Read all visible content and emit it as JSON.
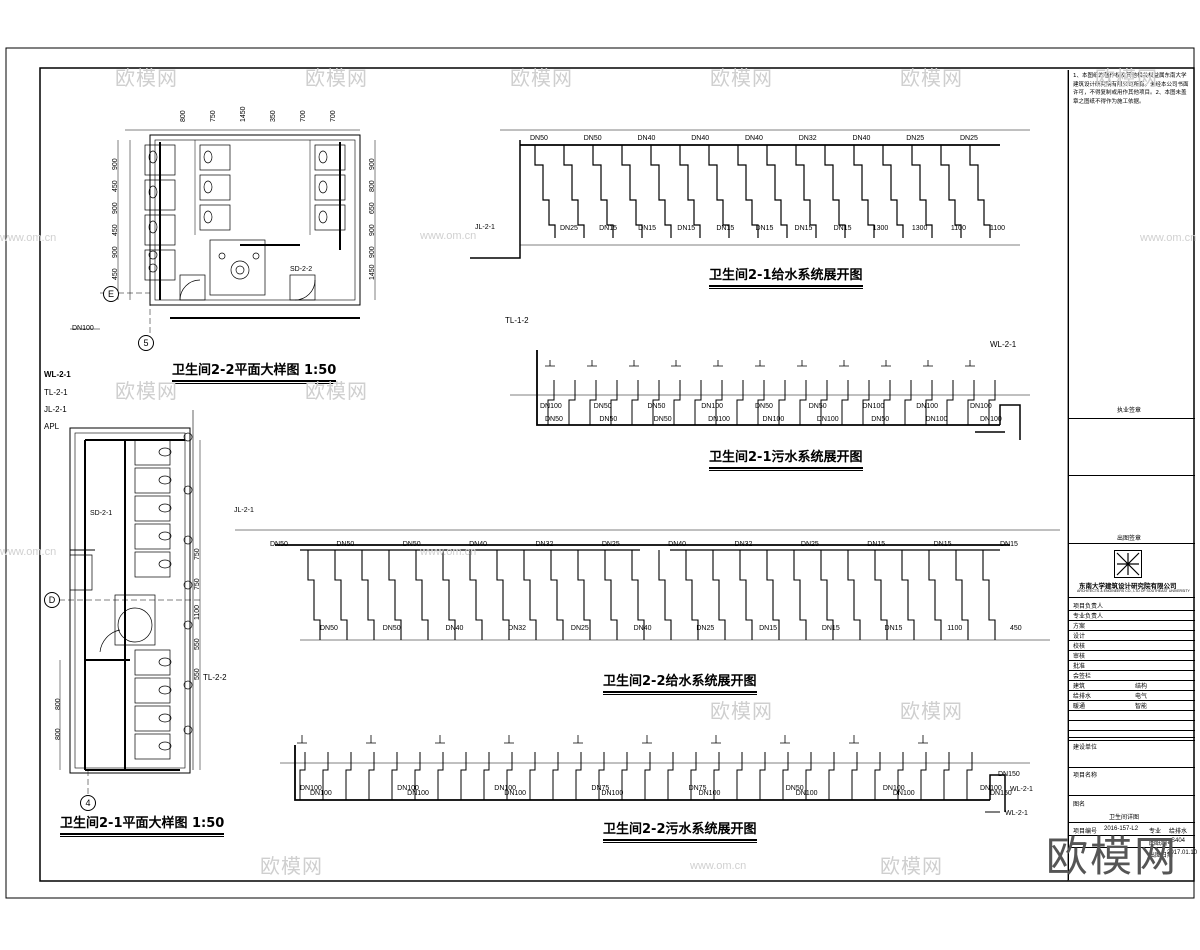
{
  "titles": {
    "plan_22": "卫生间2-2平面大样图 1:50",
    "plan_21": "卫生间2-1平面大样图 1:50",
    "supply_21": "卫生间2-1给水系统展开图",
    "drain_21": "卫生间2-1污水系统展开图",
    "supply_22": "卫生间2-2给水系统展开图",
    "drain_22": "卫生间2-2污水系统展开图"
  },
  "grid": {
    "E": "E",
    "five": "5",
    "D": "D",
    "four": "4"
  },
  "pipe_labels": {
    "wl21_top": "WL-2-1",
    "tl21": "TL-2-1",
    "jl21": "JL-2-1",
    "apl": "APL",
    "tl22": "TL-2-2",
    "tl12": "TL-1-2",
    "wl21_right": "WL-2-1",
    "jl21_a": "JL-2-1",
    "jl21_b": "JL-2-1",
    "wl21_b": "WL-2-1",
    "wl21_c": "WL-2-1",
    "sd22": "SD-2-2",
    "sd21": "SD-2-1",
    "dn100": "DN100",
    "dn150": "DN150"
  },
  "dims_plan22": [
    "900",
    "450",
    "900",
    "450",
    "900",
    "450",
    "900",
    "800",
    "650",
    "900",
    "900",
    "1450",
    "800",
    "750",
    "1450",
    "350",
    "700",
    "700"
  ],
  "dims_plan21": [
    "750",
    "750",
    "1100",
    "550",
    "550",
    "800",
    "800"
  ],
  "supply21_labels": [
    "DN50",
    "DN50",
    "DN40",
    "DN40",
    "DN40",
    "DN32",
    "DN40",
    "DN25",
    "DN25",
    "DN25",
    "DN15",
    "DN15",
    "DN15",
    "DN15",
    "DN15",
    "DN15",
    "DN15",
    "1300",
    "1300",
    "1100",
    "1100"
  ],
  "drain21_labels": [
    "DN100",
    "DN50",
    "DN50",
    "DN100",
    "DN50",
    "DN50",
    "DN100",
    "DN100",
    "DN100",
    "DN50",
    "DN50",
    "DN50",
    "DN100",
    "DN100",
    "DN100",
    "DN50",
    "DN100",
    "DN100"
  ],
  "supply22_labels": [
    "DN50",
    "DN50",
    "DN50",
    "DN40",
    "DN32",
    "DN25",
    "DN40",
    "DN32",
    "DN25",
    "DN15",
    "DN15",
    "DN15",
    "DN50",
    "DN50",
    "DN40",
    "DN32",
    "DN25",
    "DN40",
    "DN25",
    "DN15",
    "DN15",
    "DN15",
    "1100",
    "450"
  ],
  "drain22_labels": [
    "DN100",
    "DN100",
    "DN100",
    "DN75",
    "DN75",
    "DN50",
    "DN100",
    "DN100",
    "DN100",
    "DN100",
    "DN100",
    "DN100",
    "DN100",
    "DN100",
    "DN100",
    "DN150"
  ],
  "titleblock": {
    "note": "1、本图纸的著作权及其他相关权益属东南大学建筑设计研究院有限公司所有。未经本公司书面许可，不得复制或用作其他项目。2、本图未盖章之图纸不得作为施工依据。",
    "stamp1": "执业签章",
    "stamp2": "出图签章",
    "company": "东南大学建筑设计研究院有限公司",
    "company_en": "ARCHITECTS & ENGINEERS CO., LTD OF SOUTHEAST UNIVERSITY",
    "rows": [
      "项目负责人",
      "专业负责人",
      "方案",
      "设计",
      "校核",
      "审核",
      "批准",
      "会签栏",
      "建筑",
      "结构",
      "给排水",
      "电气",
      "暖通",
      "智能"
    ],
    "project_label": "建设单位",
    "project_name": "项目名称",
    "drawing_name": "图名",
    "drawing_title": "卫生间详图",
    "proj_no_label": "项目编号",
    "proj_no": "2016-157-L2",
    "spec_label": "专业",
    "spec": "给排水",
    "drawing_no_label": "图纸编号",
    "drawing_no": "S404",
    "date_label": "出图日期",
    "date": "2017.01.10"
  },
  "watermarks": [
    "欧模网",
    "欧模网",
    "欧模网",
    "欧模网",
    "欧模网",
    "欧模网",
    "欧模网",
    "欧模网",
    "欧模网",
    "欧模网",
    "欧模网",
    "欧模网"
  ],
  "wm_urls": [
    "www.om.cn",
    "www.om.cn",
    "www.om.cn",
    "www.om.cn",
    "www.om.cn",
    "www.om.cn"
  ],
  "brand": "欧模网"
}
